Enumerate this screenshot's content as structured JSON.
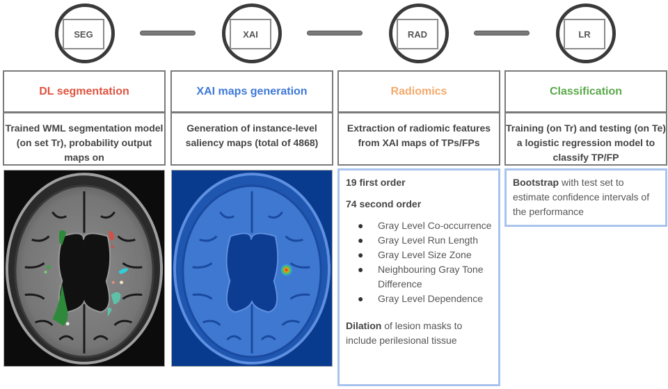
{
  "pipeline": {
    "nodes": [
      {
        "label": "SEG"
      },
      {
        "label": "XAI"
      },
      {
        "label": "RAD"
      },
      {
        "label": "LR"
      }
    ]
  },
  "columns": [
    {
      "title": "DL segmentation",
      "title_color": "#e0533f",
      "description": "Trained WML segmentation model (on set Tr), probability output maps on",
      "image": "brain-mri-segmentation-overlay"
    },
    {
      "title": "XAI maps generation",
      "title_color": "#3d78d8",
      "description": "Generation of instance-level saliency maps (total of 4868)",
      "image": "brain-saliency-map"
    },
    {
      "title": "Radiomics",
      "title_color": "#f5a96a",
      "description": "Extraction of radiomic features from XAI maps of TPs/FPs",
      "details": {
        "first_order": "19 first order",
        "second_order": "74 second order",
        "bullet_glyph": "●",
        "items": [
          "Gray Level Co-occurrence",
          "Gray Level Run Length",
          "Gray Level Size Zone",
          "Neighbouring Gray Tone Difference",
          "Gray Level Dependence"
        ],
        "footer_bold": "Dilation",
        "footer_rest": " of lesion masks to include perilesional tissue"
      }
    },
    {
      "title": "Classification",
      "title_color": "#5aa84a",
      "description": "Training (on Tr) and testing (on Te) a logistic regression model to classify TP/FP",
      "details": {
        "bold": "Bootstrap",
        "rest": " with test set to estimate confidence intervals of the performance"
      }
    }
  ]
}
